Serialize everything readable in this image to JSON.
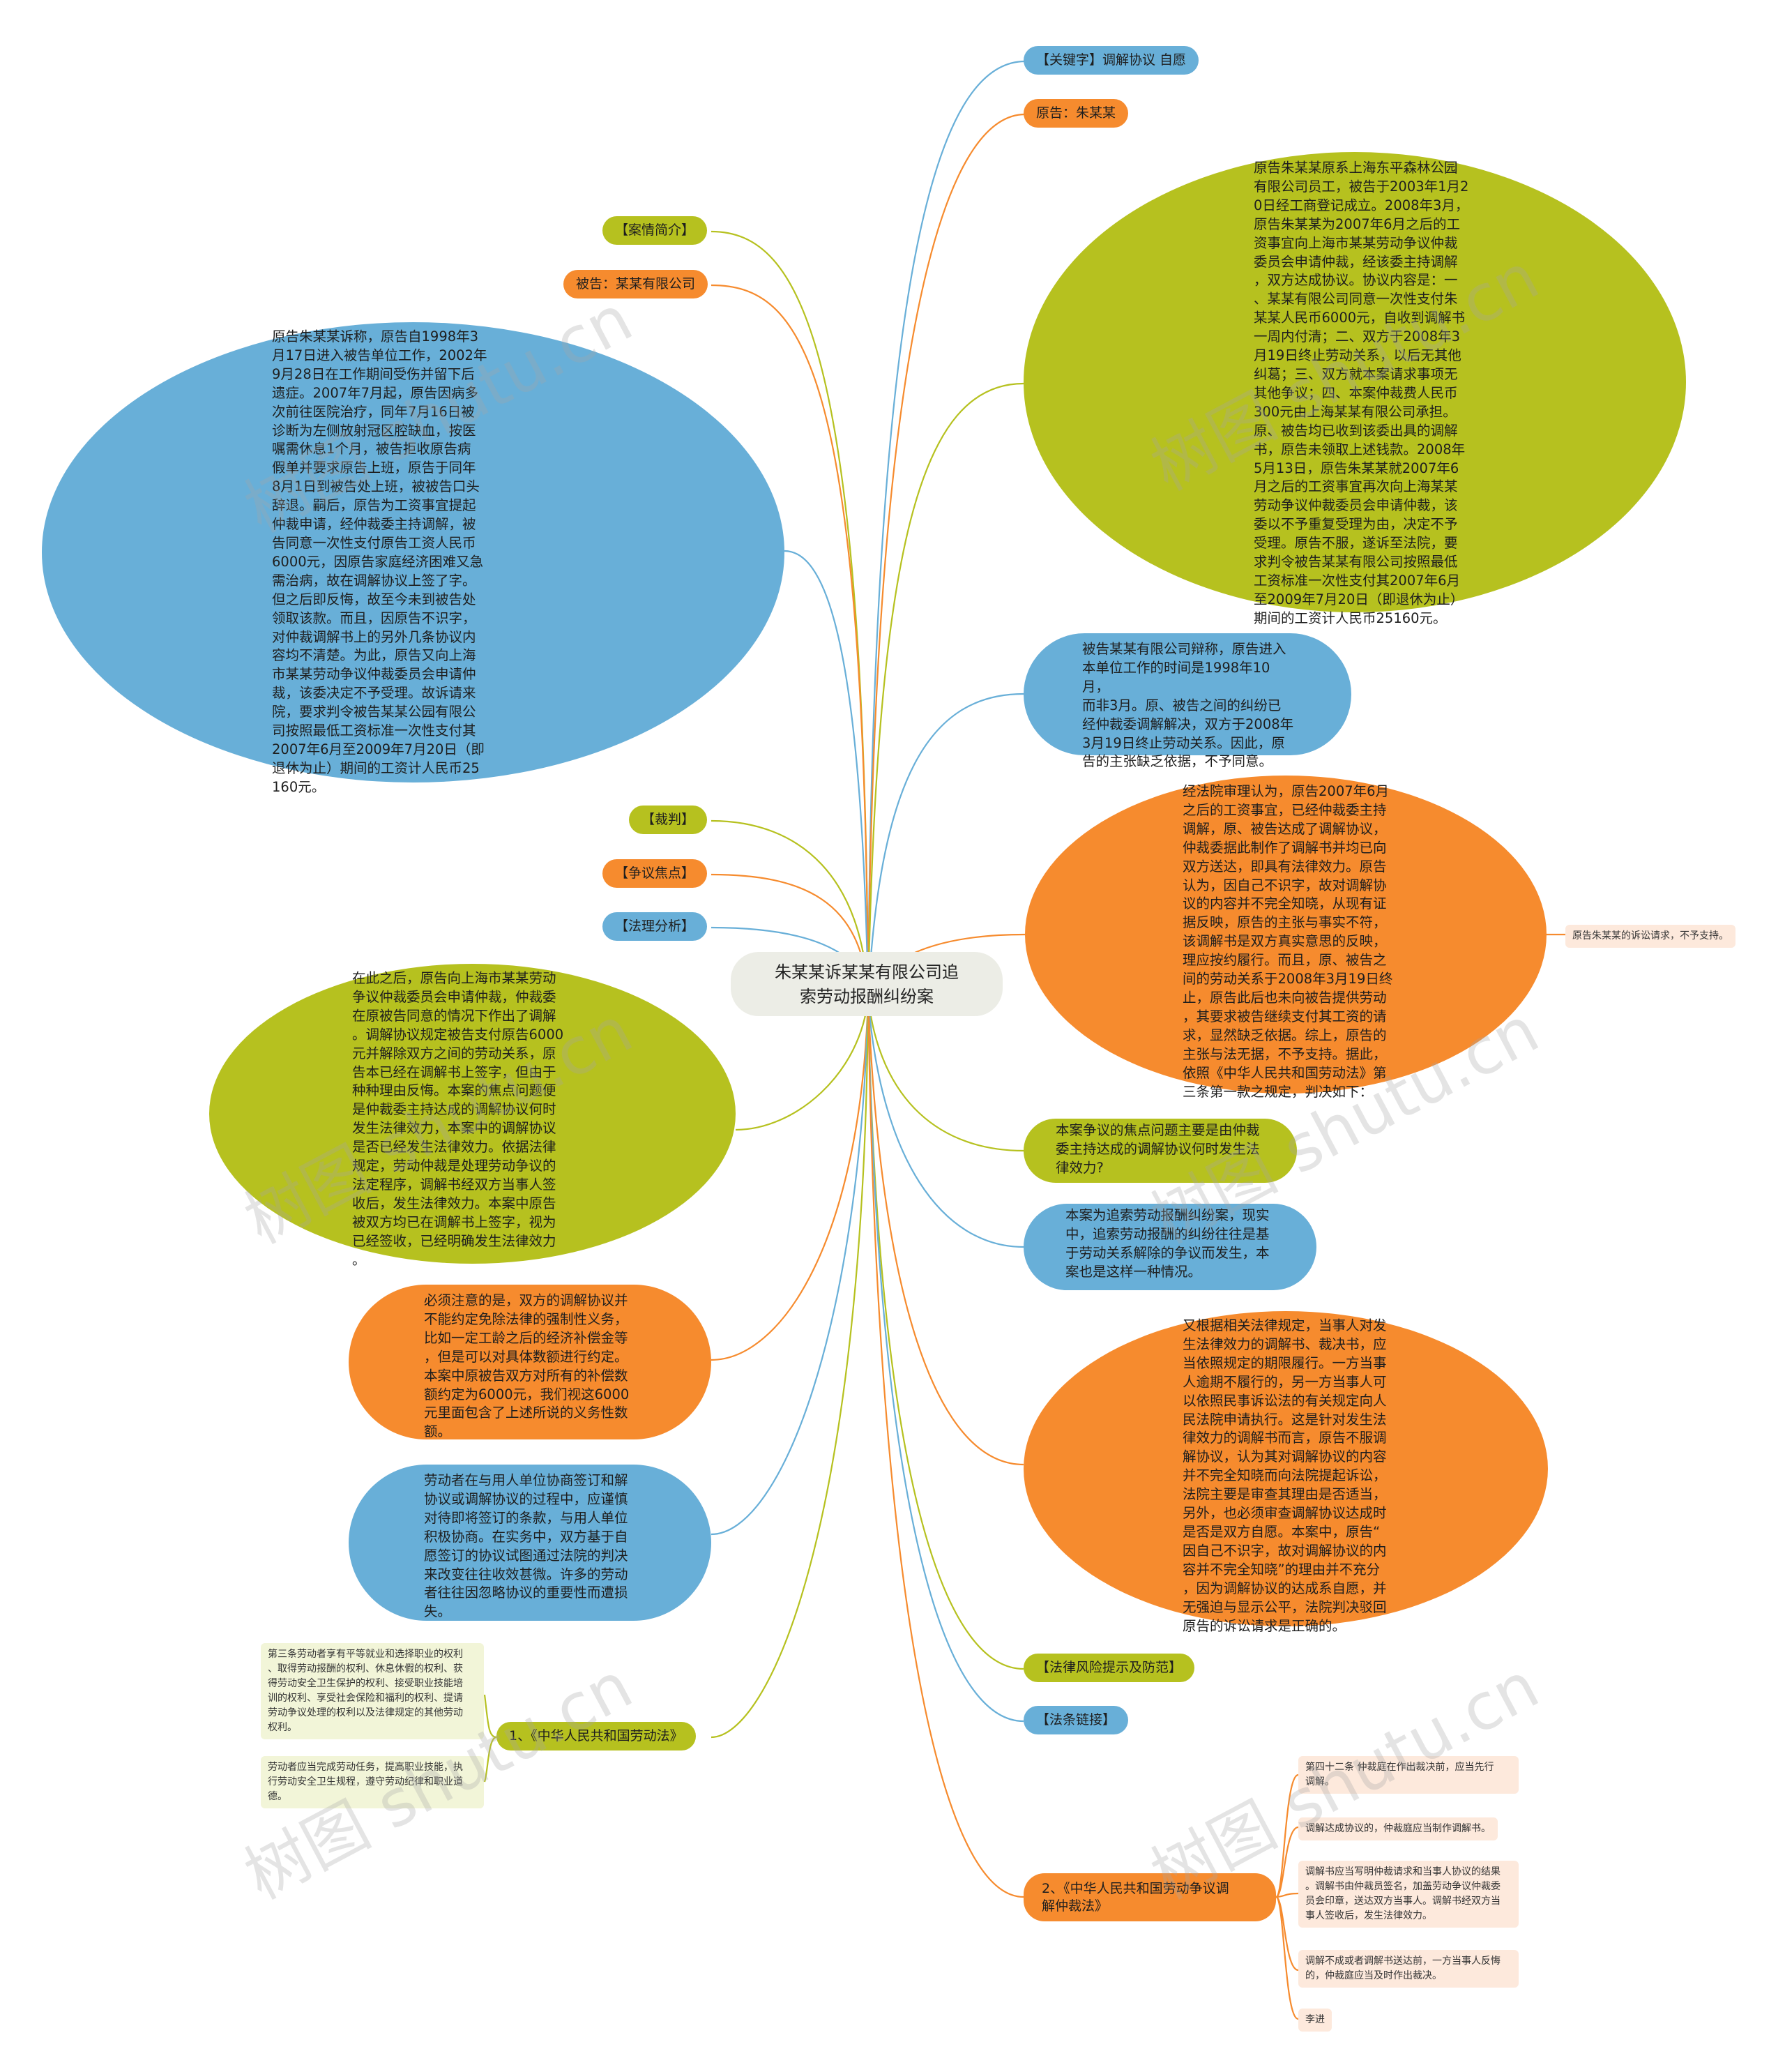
{
  "center": {
    "line1": "朱某某诉某某有限公司追",
    "line2": "索劳动报酬纠纷案"
  },
  "nodes": {
    "keywords": "【关键字】调解协议 自愿",
    "plaintiff": "原告：朱某某",
    "case_intro": "【案情简介】",
    "defendant": "被告：某某有限公司",
    "judgment": "【裁判】",
    "dispute_focus": "【争议焦点】",
    "legal_analysis": "【法理分析】",
    "risk_tips": "【法律风险提示及防范】",
    "law_links": "【法条链接】",
    "labor_law": "1、《中华人民共和国劳动法》",
    "mediation_law_l1": "2、《中华人民共和国劳动争议调",
    "mediation_law_l2": "解仲裁法》"
  },
  "blobs": {
    "right_green": [
      "原告朱某某原系上海东平森林公园",
      "有限公司员工，被告于2003年1月2",
      "0日经工商登记成立。2008年3月，",
      "原告朱某某为2007年6月之后的工",
      "资事宜向上海市某某劳动争议仲裁",
      "委员会申请仲裁，经该委主持调解",
      "，双方达成协议。协议内容是：一",
      "、某某有限公司同意一次性支付朱",
      "某某人民币6000元，自收到调解书",
      "一周内付清；二、双方于2008年3",
      "月19日终止劳动关系，以后无其他",
      "纠葛；三、双方就本案请求事项无",
      "其他争议；四、本案仲裁费人民币",
      "300元由上海某某有限公司承担。",
      "原、被告均已收到该委出具的调解",
      "书，原告未领取上述钱款。2008年",
      "5月13日，原告朱某某就2007年6",
      "月之后的工资事宜再次向上海某某",
      "劳动争议仲裁委员会申请仲裁，该",
      "委以不予重复受理为由，决定不予",
      "受理。原告不服，遂诉至法院，要",
      "求判令被告某某有限公司按照最低",
      "工资标准一次性支付其2007年6月",
      "至2009年7月20日（即退休为止）",
      "期间的工资计人民币25160元。"
    ],
    "left_blue": [
      "原告朱某某诉称，原告自1998年3",
      "月17日进入被告单位工作，2002年",
      "9月28日在工作期间受伤并留下后",
      "遗症。2007年7月起，原告因病多",
      "次前往医院治疗，同年7月16日被",
      "诊断为左侧放射冠区腔缺血，按医",
      "嘱需休息1个月，被告拒收原告病",
      "假单并要求原告上班，原告于同年",
      "8月1日到被告处上班，被被告口头",
      "辞退。嗣后，原告为工资事宜提起",
      "仲裁申请，经仲裁委主持调解，被",
      "告同意一次性支付原告工资人民币",
      "6000元，因原告家庭经济困难又急",
      "需治病，故在调解协议上签了字。",
      "但之后即反悔，故至今未到被告处",
      "领取该款。而且，因原告不识字，",
      "对仲裁调解书上的另外几条协议内",
      "容均不清楚。为此，原告又向上海",
      "市某某劳动争议仲裁委员会申请仲",
      "裁，该委决定不予受理。故诉请来",
      "院，要求判令被告某某公园有限公",
      "司按照最低工资标准一次性支付其",
      "2007年6月至2009年7月20日（即",
      "退休为止）期间的工资计人民币25",
      "160元。"
    ],
    "right_blue_small": [
      "被告某某有限公司辩称，原告进入",
      "本单位工作的时间是1998年10月，",
      "而非3月。原、被告之间的纠纷已",
      "经仲裁委调解解决，双方于2008年",
      "3月19日终止劳动关系。因此，原",
      "告的主张缺乏依据，不予同意。"
    ],
    "right_orange_court": [
      "经法院审理认为，原告2007年6月",
      "之后的工资事宜，已经仲裁委主持",
      "调解，原、被告达成了调解协议，",
      "仲裁委据此制作了调解书并均已向",
      "双方送达，即具有法律效力。原告",
      "认为，因自己不识字，故对调解协",
      "议的内容并不完全知晓，从现有证",
      "据反映，原告的主张与事实不符，",
      "该调解书是双方真实意思的反映，",
      "理应按约履行。而且，原、被告之",
      "间的劳动关系于2008年3月19日终",
      "止，原告此后也未向被告提供劳动",
      "，其要求被告继续支付其工资的请",
      "求，显然缺乏依据。综上，原告的",
      "主张与法无据，不予支持。据此，",
      "依照《中华人民共和国劳动法》第",
      "三条第一款之规定，判决如下："
    ],
    "focus_green": [
      "本案争议的焦点问题主要是由仲裁",
      "委主持达成的调解协议何时发生法",
      "律效力?"
    ],
    "right_blue_mid": [
      "本案为追索劳动报酬纠纷案，现实",
      "中，追索劳动报酬的纠纷往往是基",
      "于劳动关系解除的争议而发生，本",
      "案也是这样一种情况。"
    ],
    "left_green": [
      "在此之后，原告向上海市某某劳动",
      "争议仲裁委员会申请仲裁，仲裁委",
      "在原被告同意的情况下作出了调解",
      "。调解协议规定被告支付原告6000",
      "元并解除双方之间的劳动关系，原",
      "告本已经在调解书上签字，但由于",
      "种种理由反悔。本案的焦点问题便",
      "是仲裁委主持达成的调解协议何时",
      "发生法律效力，本案中的调解协议",
      "是否已经发生法律效力。依据法律",
      "规定，劳动仲裁是处理劳动争议的",
      "法定程序，调解书经双方当事人签",
      "收后，发生法律效力。本案中原告",
      "被双方均已在调解书上签字，视为",
      "已经签收，已经明确发生法律效力",
      "。"
    ],
    "left_orange": [
      "必须注意的是，双方的调解协议并",
      "不能约定免除法律的强制性义务，",
      "比如一定工龄之后的经济补偿金等",
      "，但是可以对具体数额进行约定。",
      "本案中原被告双方对所有的补偿数",
      "额约定为6000元，我们视这6000",
      "元里面包含了上述所说的义务性数",
      "额。"
    ],
    "left_blue_2": [
      "劳动者在与用人单位协商签订和解",
      "协议或调解协议的过程中，应谨慎",
      "对待即将签订的条款，与用人单位",
      "积极协商。在实务中，双方基于自",
      "愿签订的协议试图通过法院的判决",
      "来改变往往收效甚微。许多的劳动",
      "者往往因忽略协议的重要性而遭损",
      "失。"
    ],
    "right_orange_big": [
      "又根据相关法律规定，当事人对发",
      "生法律效力的调解书、裁决书，应",
      "当依照规定的期限履行。一方当事",
      "人逾期不履行的，另一方当事人可",
      "以依照民事诉讼法的有关规定向人",
      "民法院申请执行。这是针对发生法",
      "律效力的调解书而言，原告不服调",
      "解协议，认为其对调解协议的内容",
      "并不完全知晓而向法院提起诉讼，",
      "法院主要是审查其理由是否适当，",
      "另外，也必须审查调解协议达成时",
      "是否是双方自愿。本案中，原告“",
      "因自己不识字，故对调解协议的内",
      "容并不完全知晓”的理由并不充分",
      "，因为调解协议的达成系自愿，并",
      "无强迫与显示公平，法院判决驳回",
      "原告的诉讼请求是正确的。"
    ]
  },
  "leaves": {
    "verdict": "原告朱某某的诉讼请求，不予支持。",
    "labor_law_art3": [
      "第三条劳动者享有平等就业和选择职业的权利",
      "、取得劳动报酬的权利、休息休假的权利、获",
      "得劳动安全卫生保护的权利、接受职业技能培",
      "训的权利、享受社会保险和福利的权利、提请",
      "劳动争议处理的权利以及法律规定的其他劳动",
      "权利。"
    ],
    "labor_law_duty": [
      "劳动者应当完成劳动任务，提高职业技能，执",
      "行劳动安全卫生规程，遵守劳动纪律和职业道",
      "德。"
    ],
    "art42": [
      "第四十二条 仲裁庭在作出裁决前，应当先行",
      "调解。"
    ],
    "med1": "调解达成协议的，仲裁庭应当制作调解书。",
    "med2": [
      "调解书应当写明仲裁请求和当事人协议的结果",
      "。调解书由仲裁员签名，加盖劳动争议仲裁委",
      "员会印章，送达双方当事人。调解书经双方当",
      "事人签收后，发生法律效力。"
    ],
    "med3": [
      "调解不成或者调解书送达前，一方当事人反悔",
      "的，仲裁庭应当及时作出裁决。"
    ],
    "author": "李进"
  },
  "watermark": "树图 shutu.cn",
  "colors": {
    "blue": "#68afd8",
    "orange": "#f68b2e",
    "green": "#b6c11f",
    "center": "#ecede6"
  }
}
